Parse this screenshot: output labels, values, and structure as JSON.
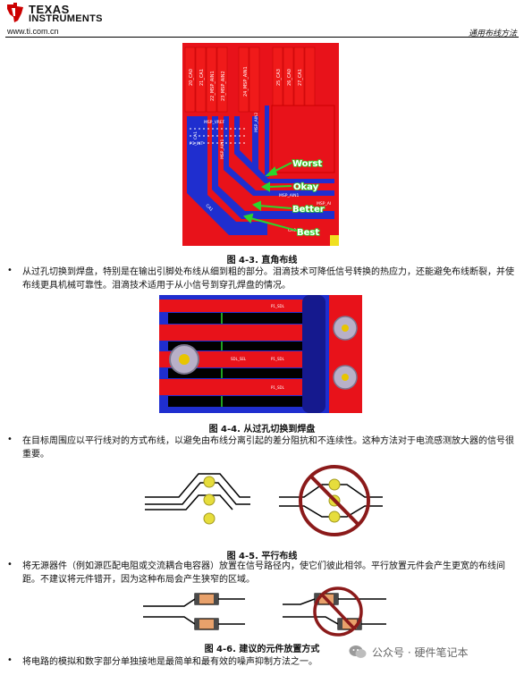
{
  "header": {
    "logo_word1": "TEXAS",
    "logo_word2": "INSTRUMENTS",
    "site_url": "www.ti.com.cn",
    "section_title": "通用布线方法"
  },
  "figure_3": {
    "caption": "图 4-3. 直角布线",
    "pad_labels": [
      "20_CA0",
      "21_CA1",
      "22_MSP_AIN1",
      "23_MSP_AIN2",
      "24_MSP_AIN1",
      "25_CA3",
      "26_CA0",
      "27_CA1"
    ],
    "trace_labels": [
      "CA1",
      "MSP_VREF",
      "P3_INT",
      "MSP_AIN1",
      "MSP_AIN2",
      "MSP_AIN1",
      "CA1",
      "CA0",
      "MSP_AI"
    ],
    "annotations": [
      "Worst",
      "Okay",
      "Better",
      "Best"
    ]
  },
  "bullet_1": "从过孔切换到焊盘，特别是在输出引脚处布线从细到粗的部分。泪滴技术可降低信号转换的热应力，还能避免布线断裂，并使布线更具机械可靠性。泪滴技术适用于从小信号到穿孔焊盘的情况。",
  "figure_4": {
    "caption": "图 4-4. 从过孔切换到焊盘",
    "trace_labels": [
      "P1_SDL",
      "SDL_SEL",
      "P1_SDL",
      "P1_SDL"
    ]
  },
  "bullet_2": "在目标周围应以平行线对的方式布线，以避免由布线分离引起的差分阻抗和不连续性。这种方法对于电流感测放大器的信号很重要。",
  "figure_5": {
    "caption": "图 4-5. 平行布线"
  },
  "bullet_3": "将无源器件（例如源匹配电阻或交流耦合电容器）放置在信号路径内，使它们彼此相邻。平行放置元件会产生更宽的布线间距。不建议将元件错开，因为这种布局会产生狭窄的区域。",
  "figure_6": {
    "caption": "图 4-6. 建议的元件放置方式"
  },
  "bullet_4": "将电路的模拟和数字部分单独接地是最简单和最有效的噪声抑制方法之一。",
  "watermark": "公众号 · 硬件笔记本",
  "colors": {
    "pcb_red": "#e8121a",
    "pcb_blue": "#1f2ecf",
    "stop_red": "#8b1a1a",
    "pad_yellow": "#e6dd3c",
    "resistor": "#e8a16b"
  }
}
